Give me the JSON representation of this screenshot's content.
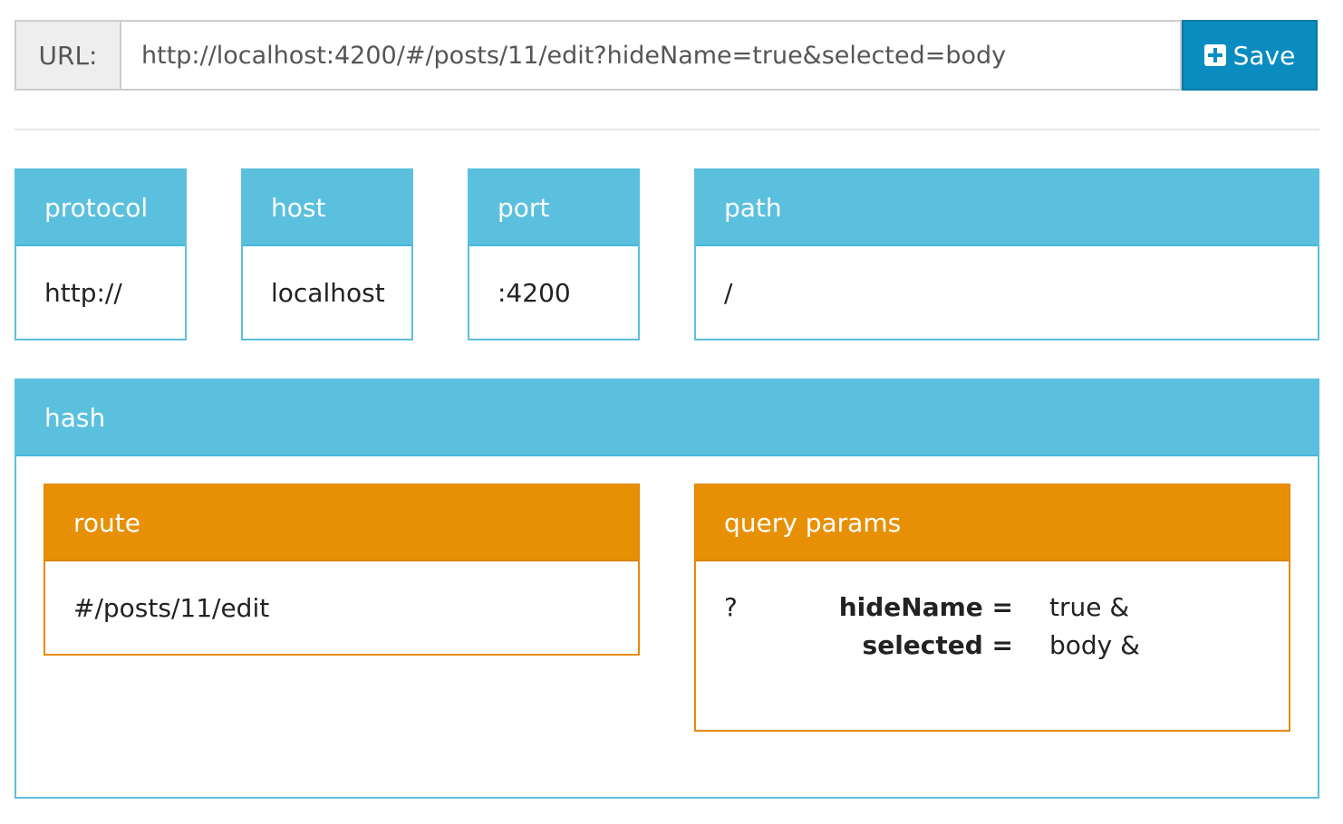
{
  "url_bar": {
    "addon_label": "URL:",
    "value": "http://localhost:4200/#/posts/11/edit?hideName=true&selected=body",
    "save_label": "Save"
  },
  "parts": {
    "protocol": {
      "title": "protocol",
      "value": "http://"
    },
    "host": {
      "title": "host",
      "value": "localhost"
    },
    "port": {
      "title": "port",
      "value": ":4200"
    },
    "path": {
      "title": "path",
      "value": "/"
    }
  },
  "hash": {
    "title": "hash",
    "route": {
      "title": "route",
      "value": "#/posts/11/edit"
    },
    "query_params": {
      "title": "query params",
      "prefix": "?",
      "params": [
        {
          "key": "hideName =",
          "value": "true &"
        },
        {
          "key": "selected =",
          "value": "body &"
        }
      ]
    }
  },
  "colors": {
    "info": "#5bc0de",
    "warning": "#e89005",
    "primary": "#0a8cc0"
  },
  "icons": {
    "save": "plus-square-icon"
  }
}
